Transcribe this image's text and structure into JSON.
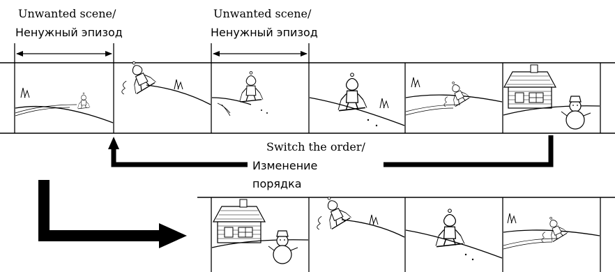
{
  "annotations": {
    "unwanted_scene_1": {
      "en": "Unwanted scene/",
      "ru": "Ненужный эпизод"
    },
    "unwanted_scene_2": {
      "en": "Unwanted scene/",
      "ru": "Ненужный эпизод"
    },
    "switch_order": {
      "en": "Switch the order/",
      "ru_line1": "Изменение",
      "ru_line2": "порядка"
    }
  },
  "top_strip": {
    "frames": [
      "skier-distant-hill",
      "skier-jump-left",
      "skier-downhill-jump",
      "skier-closeup-descent",
      "skier-small-descent",
      "snowman-house"
    ]
  },
  "bottom_strip": {
    "frames": [
      "snowman-house",
      "skier-jump-left",
      "skier-closeup-descent",
      "skier-small-descent"
    ]
  }
}
